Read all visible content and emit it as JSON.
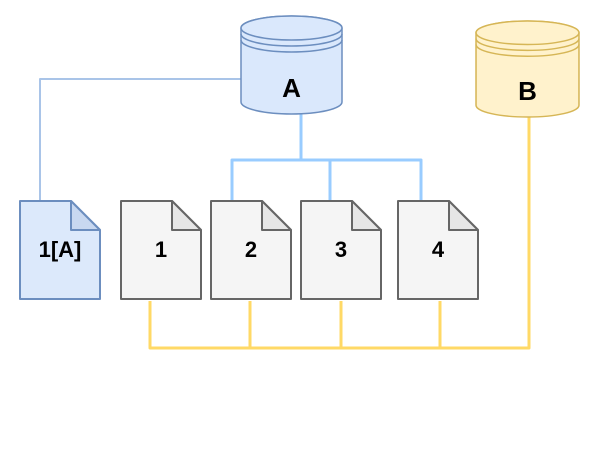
{
  "diagram": {
    "nodes": {
      "cylinders": [
        {
          "label": "A",
          "fill": "#dae8fc",
          "stroke": "#6c8ebf"
        },
        {
          "label": "B",
          "fill": "#fff2cc",
          "stroke": "#d6b656"
        }
      ],
      "documents": [
        {
          "label": "1[A]",
          "fill": "#dce9fb",
          "stroke": "#6c8ebf",
          "fold_fill": "#c8d8f0"
        },
        {
          "label": "1",
          "fill": "#f5f5f5",
          "stroke": "#666666",
          "fold_fill": "#e6e6e6"
        },
        {
          "label": "2",
          "fill": "#f5f5f5",
          "stroke": "#666666",
          "fold_fill": "#e6e6e6"
        },
        {
          "label": "3",
          "fill": "#f5f5f5",
          "stroke": "#666666",
          "fold_fill": "#e6e6e6"
        },
        {
          "label": "4",
          "fill": "#f5f5f5",
          "stroke": "#666666",
          "fold_fill": "#e6e6e6"
        }
      ]
    },
    "edges": {
      "a_to_1a_color": "#a9c4e8",
      "a_branch_color": "#99ccff",
      "b_bus_color": "#ffd966"
    }
  }
}
